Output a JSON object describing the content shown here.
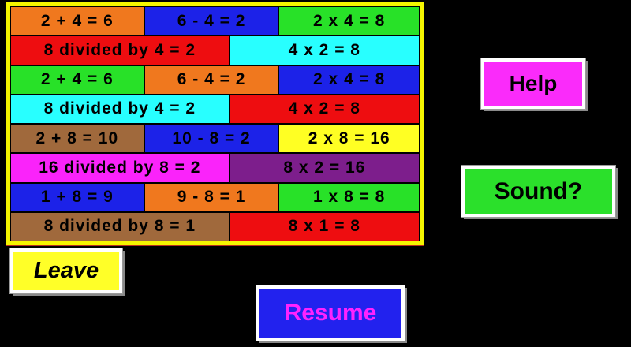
{
  "background": "#000000",
  "panel": {
    "border_color": "#F5F500",
    "outline_color": "#B8321C"
  },
  "palette": {
    "orange": "#F0781E",
    "blue": "#1C22E8",
    "green": "#28E128",
    "red": "#EE0D10",
    "cyan": "#28FFFF",
    "brown": "#A0693C",
    "magenta": "#FA23FA",
    "purple": "#7D1E8C",
    "yellow": "#FFFF23"
  },
  "grid": {
    "rows": [
      {
        "cells": [
          {
            "label": "2 + 4 = 6",
            "color": "orange"
          },
          {
            "label": "6 - 4 = 2",
            "color": "blue"
          },
          {
            "label": "2 x 4 = 8",
            "color": "green"
          }
        ]
      },
      {
        "cells": [
          {
            "label": "8 divided by 4 = 2",
            "color": "red"
          },
          {
            "label": "4 x 2 = 8",
            "color": "cyan"
          }
        ]
      },
      {
        "cells": [
          {
            "label": "2 + 4 = 6",
            "color": "green"
          },
          {
            "label": "6 - 4 = 2",
            "color": "orange"
          },
          {
            "label": "2 x 4 = 8",
            "color": "blue"
          }
        ]
      },
      {
        "cells": [
          {
            "label": "8 divided by 4 = 2",
            "color": "cyan"
          },
          {
            "label": "4 x 2 = 8",
            "color": "red"
          }
        ]
      },
      {
        "cells": [
          {
            "label": "2 + 8 = 10",
            "color": "brown"
          },
          {
            "label": "10 - 8 = 2",
            "color": "blue"
          },
          {
            "label": "2 x 8 = 16",
            "color": "yellow"
          }
        ]
      },
      {
        "cells": [
          {
            "label": "16 divided by 8 = 2",
            "color": "magenta"
          },
          {
            "label": "8 x 2 = 16",
            "color": "purple"
          }
        ]
      },
      {
        "cells": [
          {
            "label": "1 + 8 = 9",
            "color": "blue"
          },
          {
            "label": "9 - 8 = 1",
            "color": "orange"
          },
          {
            "label": "1 x 8 = 8",
            "color": "green"
          }
        ]
      },
      {
        "cells": [
          {
            "label": "8 divided by 8 = 1",
            "color": "brown"
          },
          {
            "label": "8 x 1 = 8",
            "color": "red"
          }
        ]
      }
    ]
  },
  "buttons": {
    "help": {
      "label": "Help",
      "bg": "#FA2BFA",
      "fg": "#000000"
    },
    "sound": {
      "label": "Sound?",
      "bg": "#2BE02B",
      "fg": "#000000"
    },
    "leave": {
      "label": "Leave",
      "bg": "#FFFF28",
      "fg": "#000000"
    },
    "resume": {
      "label": "Resume",
      "bg": "#2222EE",
      "fg": "#FF22FF"
    }
  }
}
